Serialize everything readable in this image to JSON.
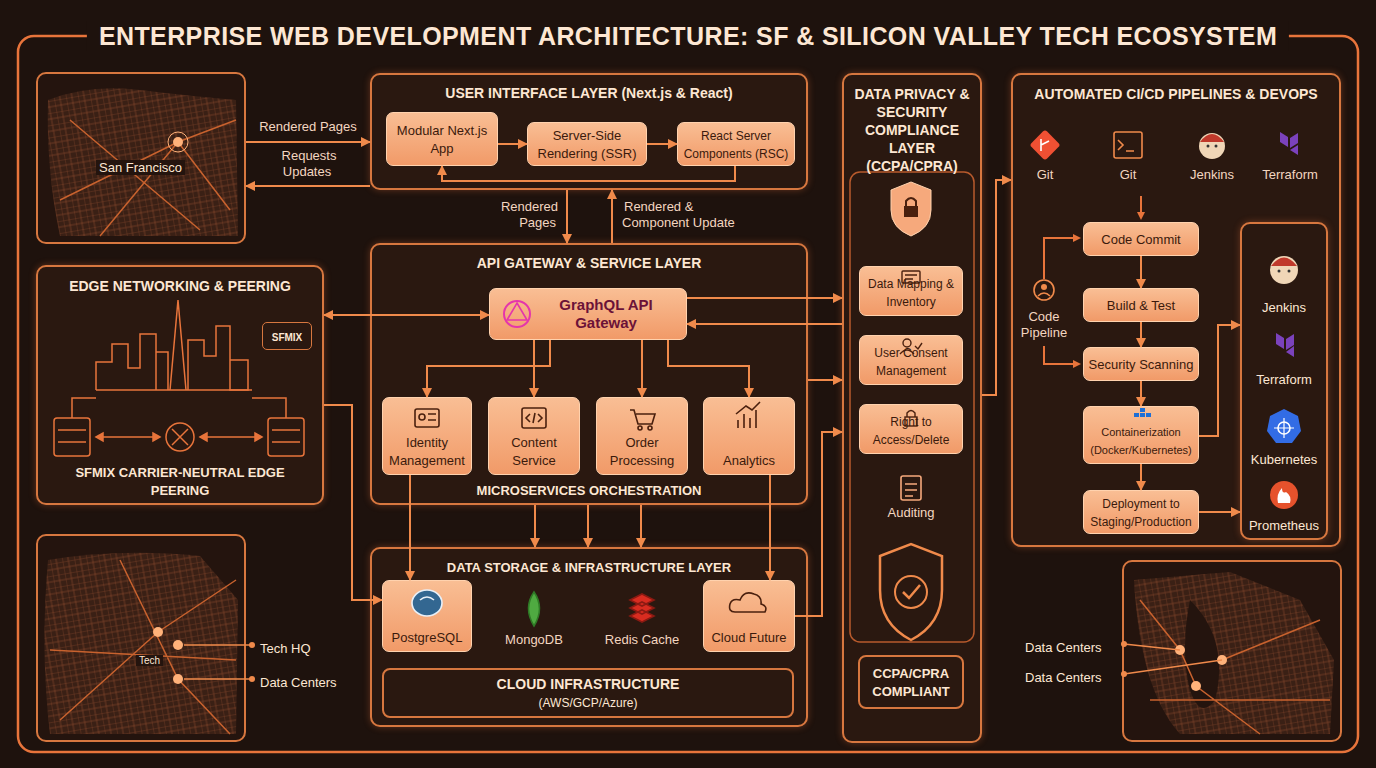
{
  "diagram": {
    "title": "ENTERPRISE WEB DEVELOPMENT ARCHITECTURE: SF & SILICON VALLEY TECH ECOSYSTEM",
    "nodes": [
      {
        "text": [
          "San Francisco"
        ]
      },
      {
        "text": [
          "USER INTERFACE LAYER (Next.js & React)"
        ]
      },
      {
        "text": [
          "Modular Next.js App"
        ],
        "in": 1
      },
      {
        "text": [
          "Server-Side Rendering (SSR)"
        ],
        "in": 1
      },
      {
        "text": [
          "React Server Components (RSC)"
        ],
        "in": 1
      },
      {
        "text": [
          "EDGE NETWORKING & PEERING",
          "SFMIX CARRIER-NEUTRAL EDGE PEERING"
        ]
      },
      {
        "text": [
          "SFMIX"
        ],
        "in": 5
      },
      {
        "text": [
          "API GATEWAY & SERVICE LAYER",
          "MICROSERVICES ORCHESTRATION"
        ]
      },
      {
        "text": [
          "GraphQL API Gateway"
        ],
        "in": 7
      },
      {
        "text": [
          "Identity Management"
        ],
        "in": 7
      },
      {
        "text": [
          "Content Service"
        ],
        "in": 7
      },
      {
        "text": [
          "Order Processing"
        ],
        "in": 7
      },
      {
        "text": [
          "Analytics"
        ],
        "in": 7
      },
      {
        "text": [
          "DATA STORAGE & INFRASTRUCTURE LAYER"
        ]
      },
      {
        "text": [
          "PostgreSQL"
        ],
        "in": 13
      },
      {
        "text": [
          "Cloud Future"
        ],
        "in": 13
      },
      {
        "text": [
          "CLOUD INFRASTRUCTURE",
          "(AWS/GCP/Azure)"
        ],
        "in": 13
      },
      {
        "text": [
          "Tech",
          "Tech HQ",
          "Data Centers"
        ]
      },
      {
        "text": [
          "DATA PRIVACY & SECURITY COMPLIANCE LAYER (CCPA/CPRA)"
        ]
      },
      {
        "text": [
          "Data Mapping & Inventory"
        ],
        "in": 18
      },
      {
        "text": [
          "User Consent Management"
        ],
        "in": 18
      },
      {
        "text": [
          "Right to Access/Delete"
        ],
        "in": 18
      },
      {
        "text": [
          "CCPA/CPRA COMPLIANT"
        ],
        "in": 18
      },
      {
        "text": [
          "AUTOMATED CI/CD PIPELINES & DEVOPS"
        ]
      },
      {
        "text": [
          "Code Commit"
        ],
        "in": 23
      },
      {
        "text": [
          "Build & Test"
        ],
        "in": 23
      },
      {
        "text": [
          "Security Scanning"
        ],
        "in": 23
      },
      {
        "text": [
          "Containerization (Docker/Kubernetes)"
        ],
        "in": 23
      },
      {
        "text": [
          "Deployment to Staging/Production"
        ],
        "in": 23
      },
      {
        "text": [
          "Jenkins",
          "Terraform",
          "Kubernetes",
          "Prometheus"
        ],
        "in": 23
      },
      {
        "text": [
          "Data Centers",
          "Data Centers"
        ]
      }
    ],
    "edges": [
      {
        "from": 0,
        "to": 1,
        "label": "Rendered Pages",
        "arrow": "to"
      },
      {
        "from": 1,
        "to": 0,
        "label": "Requests Updates",
        "arrow": "to"
      },
      {
        "from": 2,
        "to": 3,
        "arrow": "to"
      },
      {
        "from": 3,
        "to": 4,
        "arrow": "to"
      },
      {
        "from": 4,
        "to": 2,
        "arrow": "to"
      },
      {
        "from": 1,
        "to": 7,
        "label": "Rendered Pages",
        "arrow": "to"
      },
      {
        "from": 7,
        "to": 1,
        "label": "Rendered & Component Update",
        "arrow": "to"
      },
      {
        "from": 5,
        "to": 8,
        "arrow": "both"
      },
      {
        "from": 8,
        "to": 9,
        "arrow": "to"
      },
      {
        "from": 8,
        "to": 10,
        "arrow": "to"
      },
      {
        "from": 8,
        "to": 11,
        "arrow": "to"
      },
      {
        "from": 8,
        "to": 12,
        "arrow": "to"
      },
      {
        "from": 9,
        "to": 14,
        "arrow": "to"
      },
      {
        "from": 12,
        "to": 15,
        "arrow": "to"
      },
      {
        "from": 7,
        "to": 13,
        "arrow": "to"
      },
      {
        "from": 7,
        "to": 13,
        "arrow": "to"
      },
      {
        "from": 7,
        "to": 13,
        "arrow": "to"
      },
      {
        "from": 5,
        "to": 14,
        "arrow": "to"
      },
      {
        "from": 8,
        "to": 18,
        "arrow": "to"
      },
      {
        "from": 18,
        "to": 8,
        "arrow": "to"
      },
      {
        "from": 7,
        "to": 18,
        "arrow": "to"
      },
      {
        "from": 15,
        "to": 18,
        "arrow": "to"
      },
      {
        "from": 18,
        "to": 23,
        "arrow": "to"
      },
      {
        "from": 24,
        "to": 25,
        "arrow": "to"
      },
      {
        "from": 25,
        "to": 26,
        "arrow": "to"
      },
      {
        "from": 26,
        "to": 27,
        "arrow": "to"
      },
      {
        "from": 27,
        "to": 28,
        "arrow": "to"
      },
      {
        "from": 27,
        "to": 29,
        "arrow": "to"
      },
      {
        "from": 28,
        "to": 29,
        "arrow": "to"
      }
    ],
    "labels": [
      "Git",
      "Git",
      "Jenkins",
      "Terraform",
      "Code Pipeline",
      "MongoDB",
      "Redis Cache",
      "Auditing"
    ]
  }
}
